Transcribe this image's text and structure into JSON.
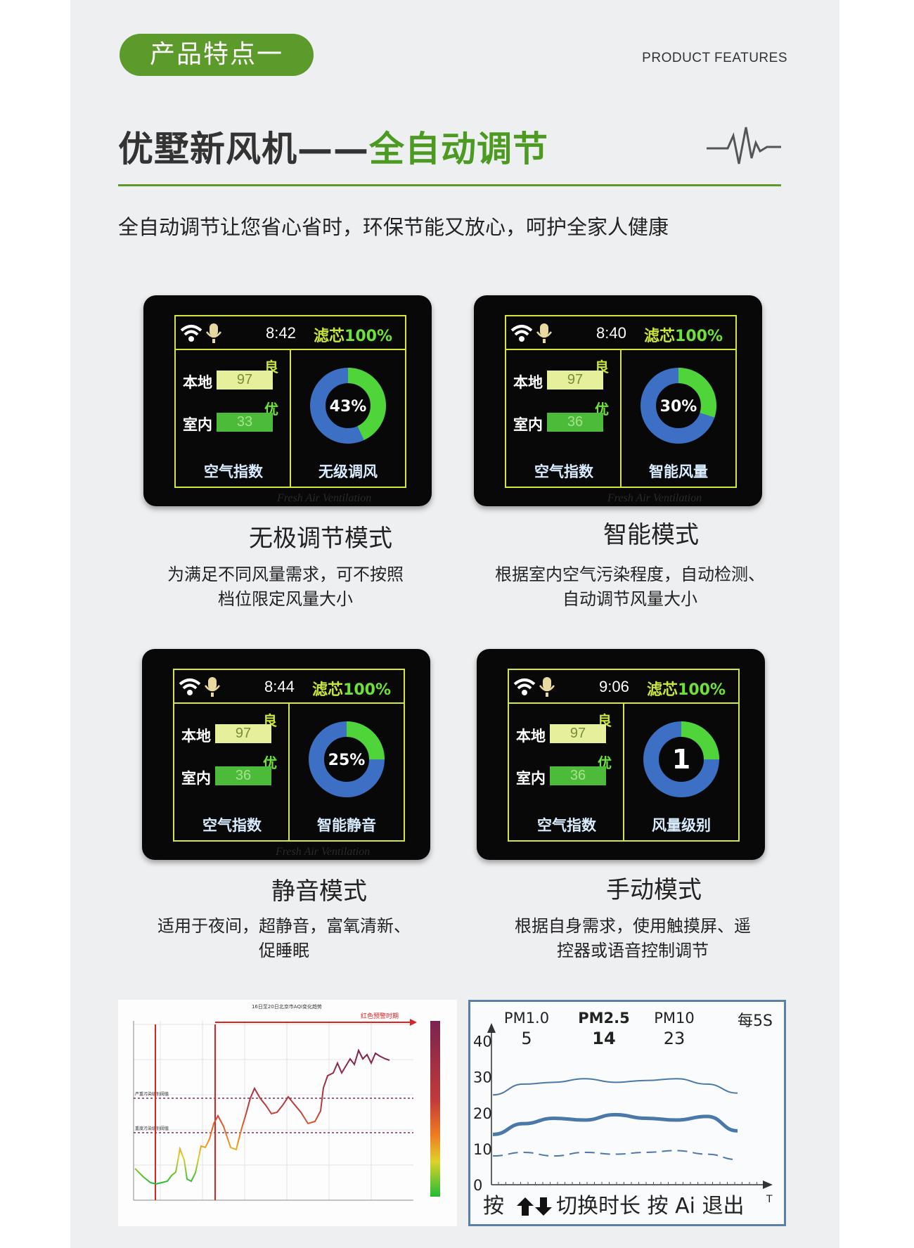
{
  "header": {
    "pill_label": "产品特点一",
    "features_label": "PRODUCT FEATURES",
    "title_main": "优墅新风机——",
    "title_highlight": "全自动调节",
    "subtitle": "全自动调节让您省心省时，环保节能又放心，呵护全家人健康",
    "icon": "pulse-icon"
  },
  "panels": [
    {
      "time": "8:42",
      "filter_label": "滤芯",
      "filter_pct": "100%",
      "local_label": "本地",
      "local_quality": "良",
      "local_value": "97",
      "indoor_label": "室内",
      "indoor_quality": "优",
      "indoor_value": "33",
      "air_index_label": "空气指数",
      "ring_text": "43%",
      "ring_fraction": 0.43,
      "mode_label": "无级调风",
      "watermark": "Fresh Air Ventilation",
      "title": "无极调节模式",
      "desc": [
        "为满足不同风量需求，可不按照",
        "档位限定风量大小"
      ]
    },
    {
      "time": "8:40",
      "filter_label": "滤芯",
      "filter_pct": "100%",
      "local_label": "本地",
      "local_quality": "良",
      "local_value": "97",
      "indoor_label": "室内",
      "indoor_quality": "优",
      "indoor_value": "36",
      "air_index_label": "空气指数",
      "ring_text": "30%",
      "ring_fraction": 0.3,
      "mode_label": "智能风量",
      "watermark": "Fresh Air Ventilation",
      "title": "智能模式",
      "desc": [
        "根据室内空气污染程度，自动检测、",
        "自动调节风量大小"
      ]
    },
    {
      "time": "8:44",
      "filter_label": "滤芯",
      "filter_pct": "100%",
      "local_label": "本地",
      "local_quality": "良",
      "local_value": "97",
      "indoor_label": "室内",
      "indoor_quality": "优",
      "indoor_value": "36",
      "air_index_label": "空气指数",
      "ring_text": "25%",
      "ring_fraction": 0.25,
      "mode_label": "智能静音",
      "watermark": "Fresh Air Ventilation",
      "title": "静音模式",
      "desc": [
        "适用于夜间，超静音，富氧清新、",
        "促睡眠"
      ]
    },
    {
      "time": "9:06",
      "filter_label": "滤芯",
      "filter_pct": "100%",
      "local_label": "本地",
      "local_quality": "良",
      "local_value": "97",
      "indoor_label": "室内",
      "indoor_quality": "优",
      "indoor_value": "36",
      "air_index_label": "空气指数",
      "ring_text": "1",
      "ring_fraction": 0.25,
      "mode_label": "风量级别",
      "watermark": "",
      "title": "手动模式",
      "desc": [
        "根据自身需求，使用触摸屏、遥",
        "控器或语音控制调节"
      ]
    }
  ],
  "aqi_chart": {
    "title": "16日至20日北京市AQI变化趋势",
    "banner": "红色预警时期",
    "line1": "严重污染级别阈值",
    "line2": "重度污染级别阈值"
  },
  "chart_data": {
    "type": "line",
    "title": "",
    "headers": [
      {
        "label": "PM1.0",
        "value": "5"
      },
      {
        "label": "PM2.5",
        "value": "14"
      },
      {
        "label": "PM10",
        "value": "23"
      }
    ],
    "interval": "每5S",
    "y_ticks": [
      "40",
      "30",
      "20",
      "10",
      "0"
    ],
    "ylim": [
      0,
      45
    ],
    "x": [
      0,
      1,
      2,
      3,
      4,
      5,
      6,
      7,
      8
    ],
    "series": [
      {
        "name": "PM10",
        "values": [
          25,
          28,
          28.5,
          29.5,
          28.5,
          29,
          29.5,
          28,
          25.5
        ]
      },
      {
        "name": "PM2.5",
        "values": [
          14,
          17,
          18.5,
          18,
          19.5,
          18.5,
          18,
          19,
          15
        ]
      },
      {
        "name": "PM1.0",
        "values": [
          8,
          9,
          8,
          9,
          8.5,
          9,
          9.5,
          8.5,
          7
        ]
      }
    ],
    "footer": "按",
    "footer_mid": "切换时长 按 Ai 退出",
    "axis_t": "T"
  }
}
